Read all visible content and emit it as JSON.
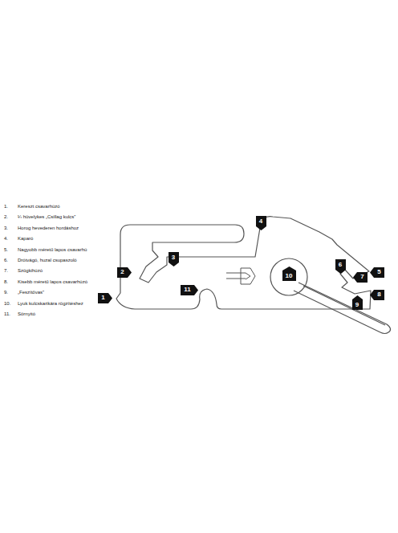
{
  "diagram": {
    "nodes": [
      {
        "text": [
          "1"
        ]
      },
      {
        "text": [
          "2"
        ]
      },
      {
        "text": [
          "3"
        ]
      },
      {
        "text": [
          "4"
        ]
      },
      {
        "text": [
          "5"
        ]
      },
      {
        "text": [
          "6"
        ]
      },
      {
        "text": [
          "7"
        ]
      },
      {
        "text": [
          "8"
        ]
      },
      {
        "text": [
          "9"
        ]
      },
      {
        "text": [
          "10"
        ]
      },
      {
        "text": [
          "11"
        ]
      }
    ],
    "labels": [
      "1.",
      "Kereszt csavarhúzó",
      "2.",
      "¼ hüvelykes „Csillag kulcs”",
      "3.",
      "Horog hevederen hordáshoz",
      "4.",
      "Kaparó",
      "5.",
      "Nagyobb méretű lapos csavarhú",
      "6.",
      "Drótvágó, huzal csupaszoló",
      "7.",
      "Szögkihúzó",
      "8.",
      "Kisebb méretű lapos csavarhúzó",
      "9.",
      "„Feszítővas”",
      "10.",
      "Lyuk kulcskarikára rögzítéshez",
      "11.",
      "Sörnyitó"
    ]
  }
}
